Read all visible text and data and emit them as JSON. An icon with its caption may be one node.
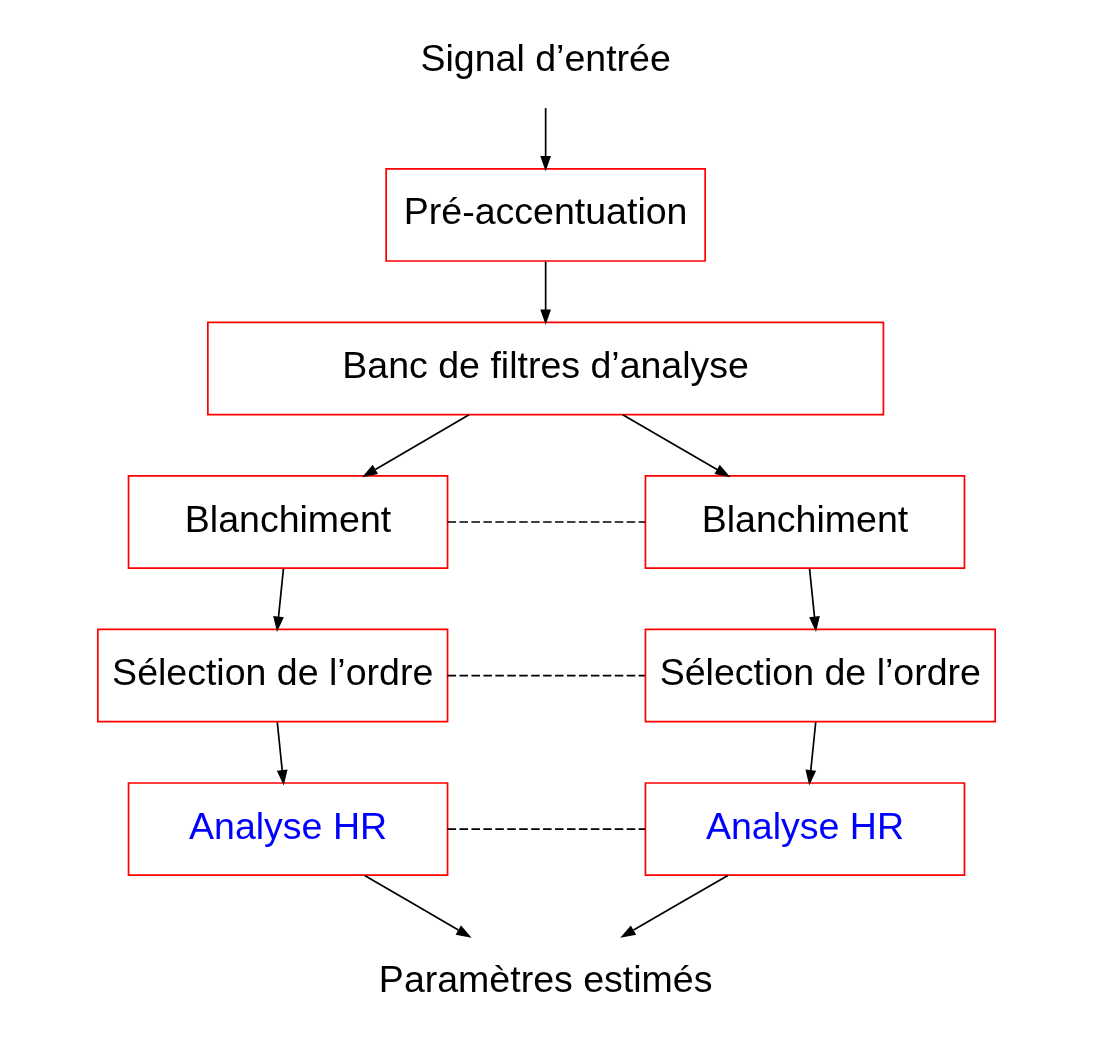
{
  "diagram": {
    "nodes": [
      {
        "text": [
          "Signal d’entrée"
        ]
      },
      {
        "text": [
          "Pré-accentuation"
        ]
      },
      {
        "text": [
          "Banc de filtres d’analyse"
        ]
      },
      {
        "text": [
          "Blanchiment"
        ]
      },
      {
        "text": [
          "Blanchiment"
        ]
      },
      {
        "text": [
          "Sélection de l’ordre"
        ]
      },
      {
        "text": [
          "Sélection de l’ordre"
        ]
      },
      {
        "text": [
          "Analyse HR"
        ]
      },
      {
        "text": [
          "Analyse HR"
        ]
      },
      {
        "text": [
          "Paramètres estimés"
        ]
      }
    ],
    "edges": [
      {
        "from": 0,
        "to": 1,
        "arrow": "to"
      },
      {
        "from": 1,
        "to": 2,
        "arrow": "to"
      },
      {
        "from": 2,
        "to": 3,
        "arrow": "to"
      },
      {
        "from": 2,
        "to": 4,
        "arrow": "to"
      },
      {
        "from": 3,
        "to": 4,
        "arrow": "none",
        "style": "dashed"
      },
      {
        "from": 3,
        "to": 5,
        "arrow": "to"
      },
      {
        "from": 4,
        "to": 6,
        "arrow": "to"
      },
      {
        "from": 5,
        "to": 6,
        "arrow": "none",
        "style": "dashed"
      },
      {
        "from": 5,
        "to": 7,
        "arrow": "to"
      },
      {
        "from": 6,
        "to": 8,
        "arrow": "to"
      },
      {
        "from": 7,
        "to": 8,
        "arrow": "none",
        "style": "dashed"
      },
      {
        "from": 7,
        "to": 9,
        "arrow": "to"
      },
      {
        "from": 8,
        "to": 9,
        "arrow": "to"
      }
    ]
  }
}
